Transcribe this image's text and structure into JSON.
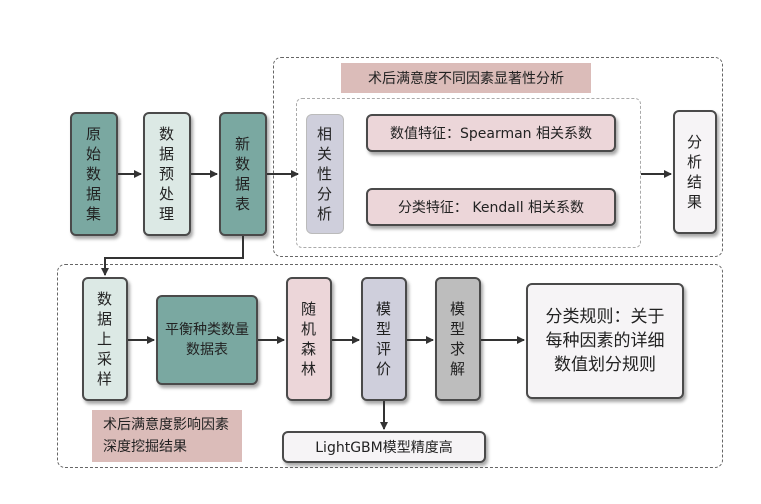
{
  "top_region": {
    "title": "术后满意度不同因素显著性分析",
    "correlation_label": "相关性分析",
    "numeric_feature": "数值特征：Spearman 相关系数",
    "categorical_feature": "分类特征： Kendall 相关系数",
    "result": "分析结果"
  },
  "left_flow": {
    "raw_data": "原始数据集",
    "preprocess": "数据预处理",
    "new_table": "新数据表"
  },
  "bottom_region": {
    "upsample": "数据上采样",
    "balanced_table": "平衡种类数量数据表",
    "random_forest": "随机森林",
    "model_eval": "模型评价",
    "model_solve": "模型求解",
    "rules": "分类规则：关于每种因素的详细数值划分规则",
    "lightgbm": "LightGBM模型精度高",
    "caption": "术后满意度影响因素深度挖掘结果"
  }
}
